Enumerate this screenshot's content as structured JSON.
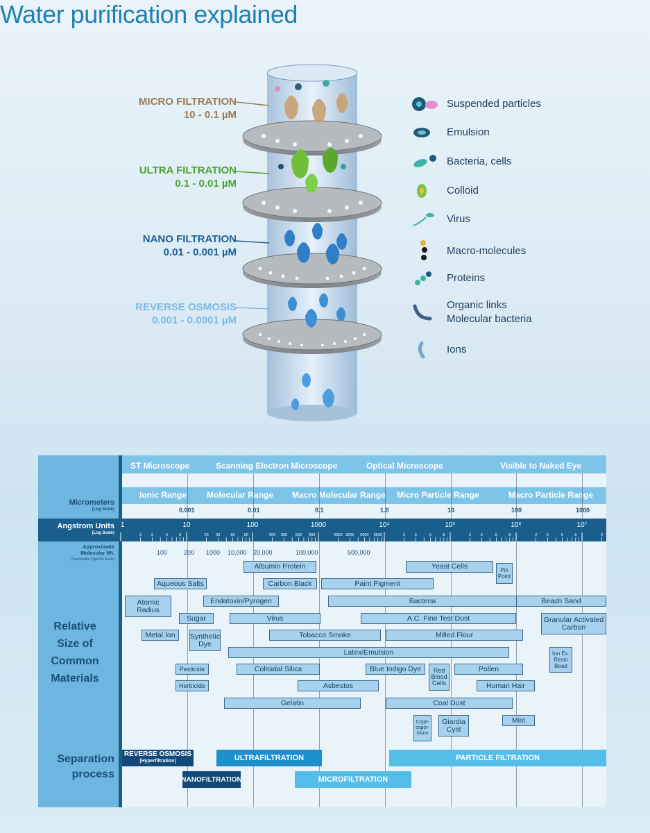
{
  "title": "Water purification explained",
  "stages": [
    {
      "name": "MICRO FILTRATION",
      "range": "10 - 0.1 µM",
      "color": "#9a7a54"
    },
    {
      "name": "ULTRA FILTRATION",
      "range": "0.1 - 0.01 µM",
      "color": "#4aa12c"
    },
    {
      "name": "NANO FILTRATION",
      "range": "0.01 - 0.001 µM",
      "color": "#1f5e95"
    },
    {
      "name": "REVERSE OSMOSIS",
      "range": "0.001 - 0.0001 µM",
      "color": "#7dbbe3"
    }
  ],
  "legend": [
    {
      "label": "Suspended particles",
      "icon": "suspended-particles-icon"
    },
    {
      "label": "Emulsion",
      "icon": "emulsion-icon"
    },
    {
      "label": "Bacteria, cells",
      "icon": "bacteria-icon"
    },
    {
      "label": "Colloid",
      "icon": "colloid-icon"
    },
    {
      "label": "Virus",
      "icon": "virus-icon"
    },
    {
      "label": "Macro-molecules",
      "icon": "macro-molecules-icon"
    },
    {
      "label": "Proteins",
      "icon": "proteins-icon"
    },
    {
      "label": "Organic links",
      "label2": "Molecular bacteria",
      "icon": "organic-links-icon"
    },
    {
      "label": "Ions",
      "icon": "ions-icon"
    }
  ],
  "chart": {
    "microscopes": [
      "ST Microscope",
      "Scanning Electron Microscope",
      "Optical Microscope",
      "Visible to Naked Eye"
    ],
    "ranges": [
      "Ionic Range",
      "Molecular Range",
      "Macro Molecular Range",
      "Micro Particle Range",
      "Macro Particle Range"
    ],
    "micrometers_label": "Micrometers",
    "log_scale": "(Log Scale)",
    "micrometer_ticks": [
      "0.001",
      "0.01",
      "0.1",
      "1.0",
      "10",
      "100",
      "1000"
    ],
    "angstrom_label": "Angstrom Units",
    "angstrom_major": [
      "1",
      "10",
      "100",
      "1000",
      "10⁴",
      "10⁵",
      "10⁶",
      "10⁷"
    ],
    "minor_digits": [
      "2",
      "3",
      "5",
      "8"
    ],
    "angstrom_minor_100_1000": [
      "200",
      "300",
      "500",
      "800"
    ],
    "angstrom_minor_1000_10000": [
      "2000",
      "3000",
      "5000",
      "8000"
    ],
    "angstrom_minor_10_100": [
      "20",
      "30",
      "50",
      "80"
    ],
    "mw_label": "Approximate",
    "mw_label2": "Molecular Wt.",
    "mw_note": "(Saccharide Type-No Scale)",
    "mw_values": [
      "100",
      "200",
      "1000",
      "10,000",
      "20,000",
      "100,000",
      "500,000"
    ],
    "relative_label": [
      "Relative",
      "Size of",
      "Common",
      "Materials"
    ],
    "separation_label": [
      "Separation",
      "process"
    ],
    "materials": {
      "albumin": "Albumin Protein",
      "yeast": "Yeast Cells",
      "pin_point": "Pin Point",
      "aqueous": "Aqueous Salts",
      "carbon_black": "Carbon Black",
      "paint": "Paint Pigment",
      "atomic": "Atomic Radius",
      "endotoxin": "Endotoxin/Pyrogen",
      "bacteria": "Bacteria",
      "beach": "Beach Sand",
      "sugar": "Sugar",
      "virus": "Virus",
      "ac_dust": "A.C. Fine Test Dust",
      "gac": "Granular Activated Carbon",
      "metal": "Metal Ion",
      "synthetic": "Synthetic Dye",
      "tobacco": "Tobacco Smoke",
      "flour": "Milled Flour",
      "latex": "Latex/Emulsion",
      "ion_ex": "Ion Ex. Resin Bead",
      "pesticide": "Pesticide",
      "silica": "Colloidal Silica",
      "indigo": "Blue Indigo Dye",
      "rbc": "Red Blood Cells",
      "pollen": "Pollen",
      "herbicide": "Herbicide",
      "asbestos": "Asbestos",
      "hair": "Human Hair",
      "gelatin": "Gelatin",
      "coal": "Coal Dust",
      "crypto": "Crypt- ospor- idium",
      "giardia": "Giardia Cyst",
      "mist": "Mist"
    },
    "processes": {
      "ro": "REVERSE OSMOSIS",
      "ro_sub": "(Hyperfiltration)",
      "uf": "ULTRAFILTRATION",
      "pf": "PARTICLE FILTRATION",
      "nf": "NANOFILTRATION",
      "mf": "MICROFILTRATION"
    },
    "colors": {
      "band": "#6cb6df",
      "dark": "#1a5e8c",
      "process_dark": "#114a78",
      "process_mid": "#1d90cc",
      "process_light": "#55bde9"
    }
  }
}
